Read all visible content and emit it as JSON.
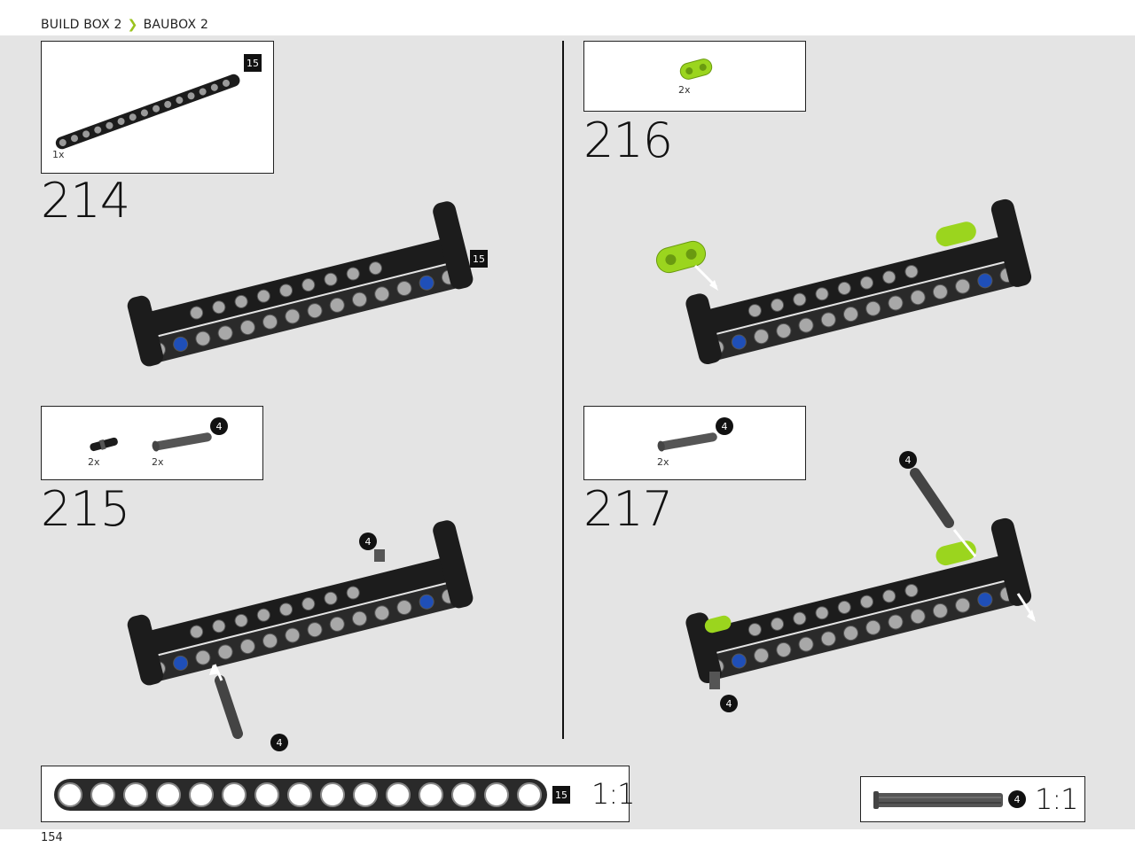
{
  "header": {
    "build_box": "BUILD BOX 2",
    "separator_icon": "chevron-right-icon",
    "baubox": "BAUBOX 2"
  },
  "footer": {
    "page_number": "154"
  },
  "colors": {
    "page_bg": "#e4e4e4",
    "lime_accent": "#9bd51e",
    "beam_black": "#1c1c1c",
    "pin_blue": "#1f4fb8"
  },
  "steps": {
    "s214": {
      "number": "214",
      "parts": [
        {
          "icon": "beam-15-icon",
          "qty": "1x",
          "length_badge": "15"
        }
      ],
      "model_length_badge": "15"
    },
    "s215": {
      "number": "215",
      "parts": [
        {
          "icon": "pin-connector-icon",
          "qty": "2x"
        },
        {
          "icon": "axle-4-icon",
          "qty": "2x",
          "length_badge": "4"
        }
      ],
      "callout_badge_top": "4",
      "callout_badge_bottom": "4"
    },
    "s216": {
      "number": "216",
      "parts": [
        {
          "icon": "lime-connector-icon",
          "qty": "2x"
        }
      ]
    },
    "s217": {
      "number": "217",
      "parts": [
        {
          "icon": "axle-4-icon",
          "qty": "2x",
          "length_badge": "4"
        }
      ],
      "callout_badge_top": "4",
      "callout_badge_bottom": "4"
    }
  },
  "scale_boxes": {
    "beam": {
      "icon": "beam-15-scale-icon",
      "length_badge": "15",
      "scale": "1:1"
    },
    "axle": {
      "icon": "axle-4-scale-icon",
      "length_badge": "4",
      "scale": "1:1"
    }
  }
}
